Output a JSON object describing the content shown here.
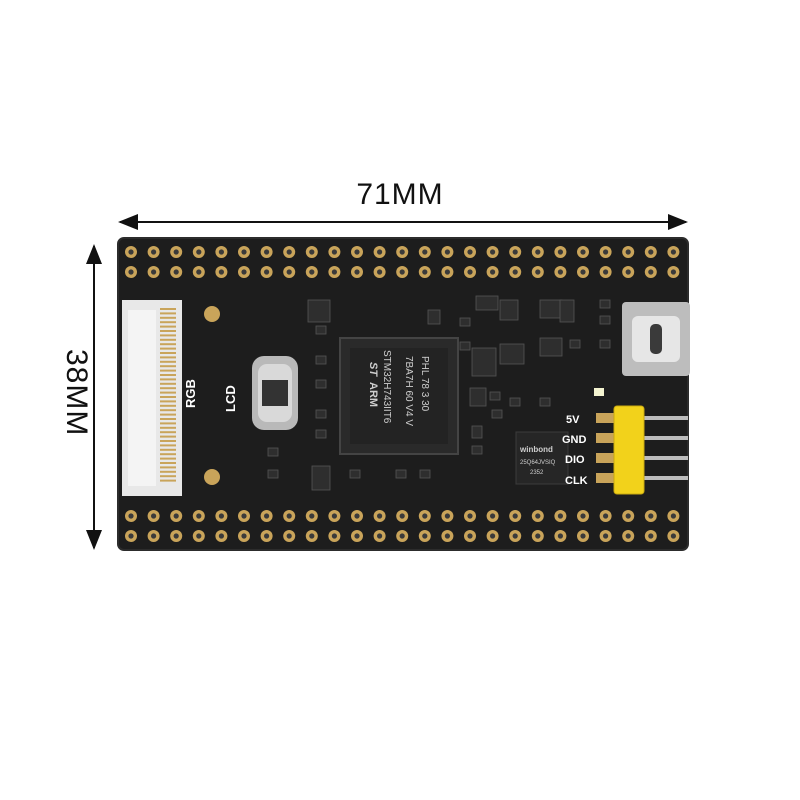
{
  "dimensions": {
    "width_label": "71MM",
    "height_label": "38MM"
  },
  "board": {
    "silkscreen": {
      "rgb": "RGB",
      "lcd": "LCD"
    },
    "header_pins": [
      "5V",
      "GND",
      "DIO",
      "CLK"
    ],
    "mcu": {
      "logo_st": "ST",
      "logo_arm": "ARM",
      "line1": "STM32H743IIT6",
      "line2": "7BA7H 60 V4 V",
      "line3": "PHL 78 3 30"
    },
    "flash": {
      "brand": "winbond",
      "line1": "25Q64JVSIQ",
      "line2": "2352"
    }
  },
  "colors": {
    "pcb": "#1d1d1d",
    "pad": "#c9a45a",
    "header": "#f2d21b"
  }
}
